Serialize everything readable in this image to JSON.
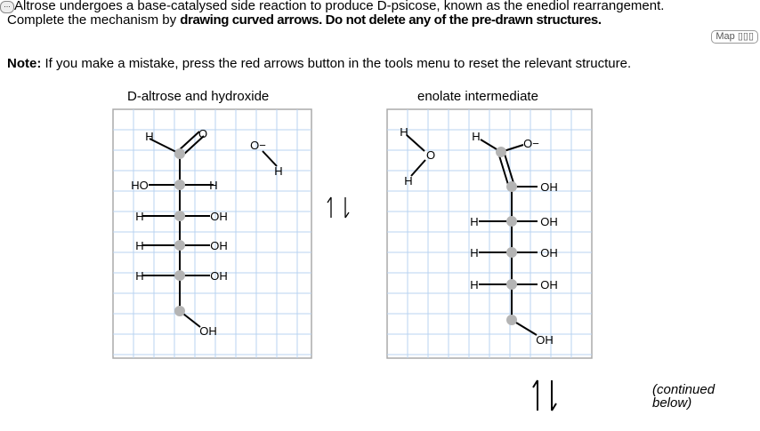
{
  "question": {
    "line1": "Altrose undergoes a base-catalysed side reaction to produce D-psicose, known as the enediol rearrangement.",
    "line2_plain": "Complete the mechanism by ",
    "line2_bold1": "drawing curved arrows.",
    "line2_bold2": " Do not delete any of the pre-drawn structures.",
    "note_label": "Note:",
    "note_text": " If you make a mistake, press the red arrows button in the tools menu to reset the relevant structure."
  },
  "map_button": "Map",
  "panels": [
    {
      "caption": "D-altrose and hydroxide"
    },
    {
      "caption": "enolate intermediate"
    }
  ],
  "atoms": {
    "H": "H",
    "O": "O",
    "OH": "OH",
    "HO": "HO",
    "Ominus": "O−"
  },
  "continued": "(continued below)",
  "colors": {
    "grid": "#b9d3f0",
    "node": "#b4b4b4"
  }
}
